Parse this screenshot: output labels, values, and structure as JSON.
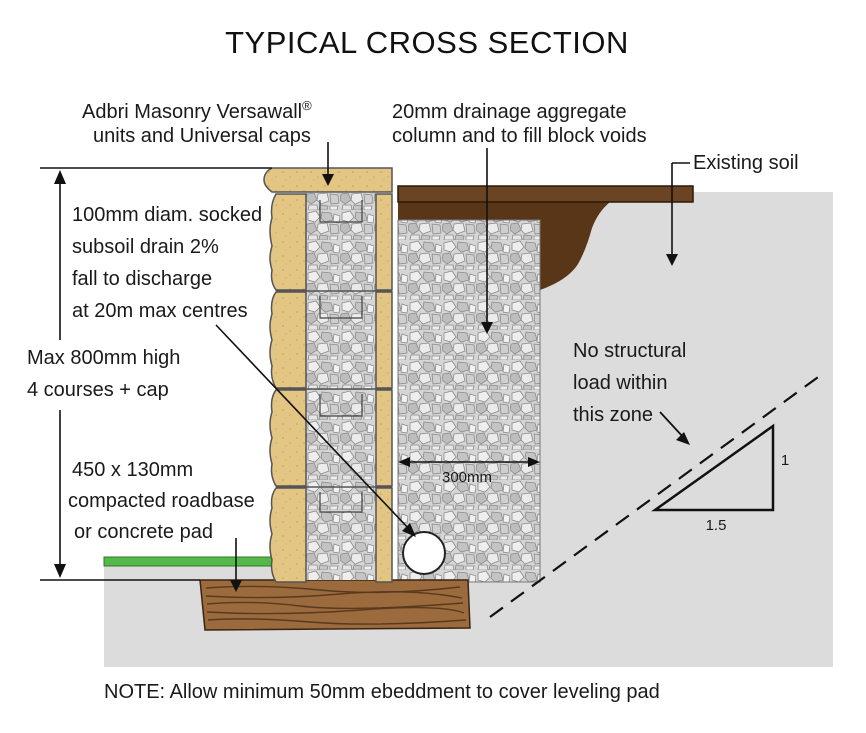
{
  "title": "TYPICAL CROSS SECTION",
  "labels": {
    "block_units_line1": "Adbri Masonry Versawall",
    "block_units_reg": "®",
    "block_units_line2": "units and Universal caps",
    "aggregate_line1": "20mm drainage aggregate",
    "aggregate_line2": "column and to fill block voids",
    "existing_soil": "Existing soil",
    "drain_line1": "100mm diam. socked",
    "drain_line2": "subsoil drain 2%",
    "drain_line3": "fall to discharge",
    "drain_line4": "at 20m max centres",
    "height_line1": "Max 800mm high",
    "height_line2": "4 courses + cap",
    "pad_line1": "450 x 130mm",
    "pad_line2": "compacted roadbase",
    "pad_line3": "or concrete pad",
    "zone_line1": "No structural",
    "zone_line2": "load within",
    "zone_line3": "this zone",
    "dim_300": "300mm",
    "slope_rise": "1",
    "slope_run": "1.5"
  },
  "note": "NOTE: Allow minimum 50mm ebeddment to cover leveling pad",
  "colors": {
    "block": "#e3c584",
    "block_edge": "#b89a55",
    "soil_grey": "#dcdcdc",
    "topsoil": "#5a3618",
    "pad_wood": "#9b6a3d",
    "grass": "#55b84a",
    "gravel": "#d8d8d8"
  }
}
